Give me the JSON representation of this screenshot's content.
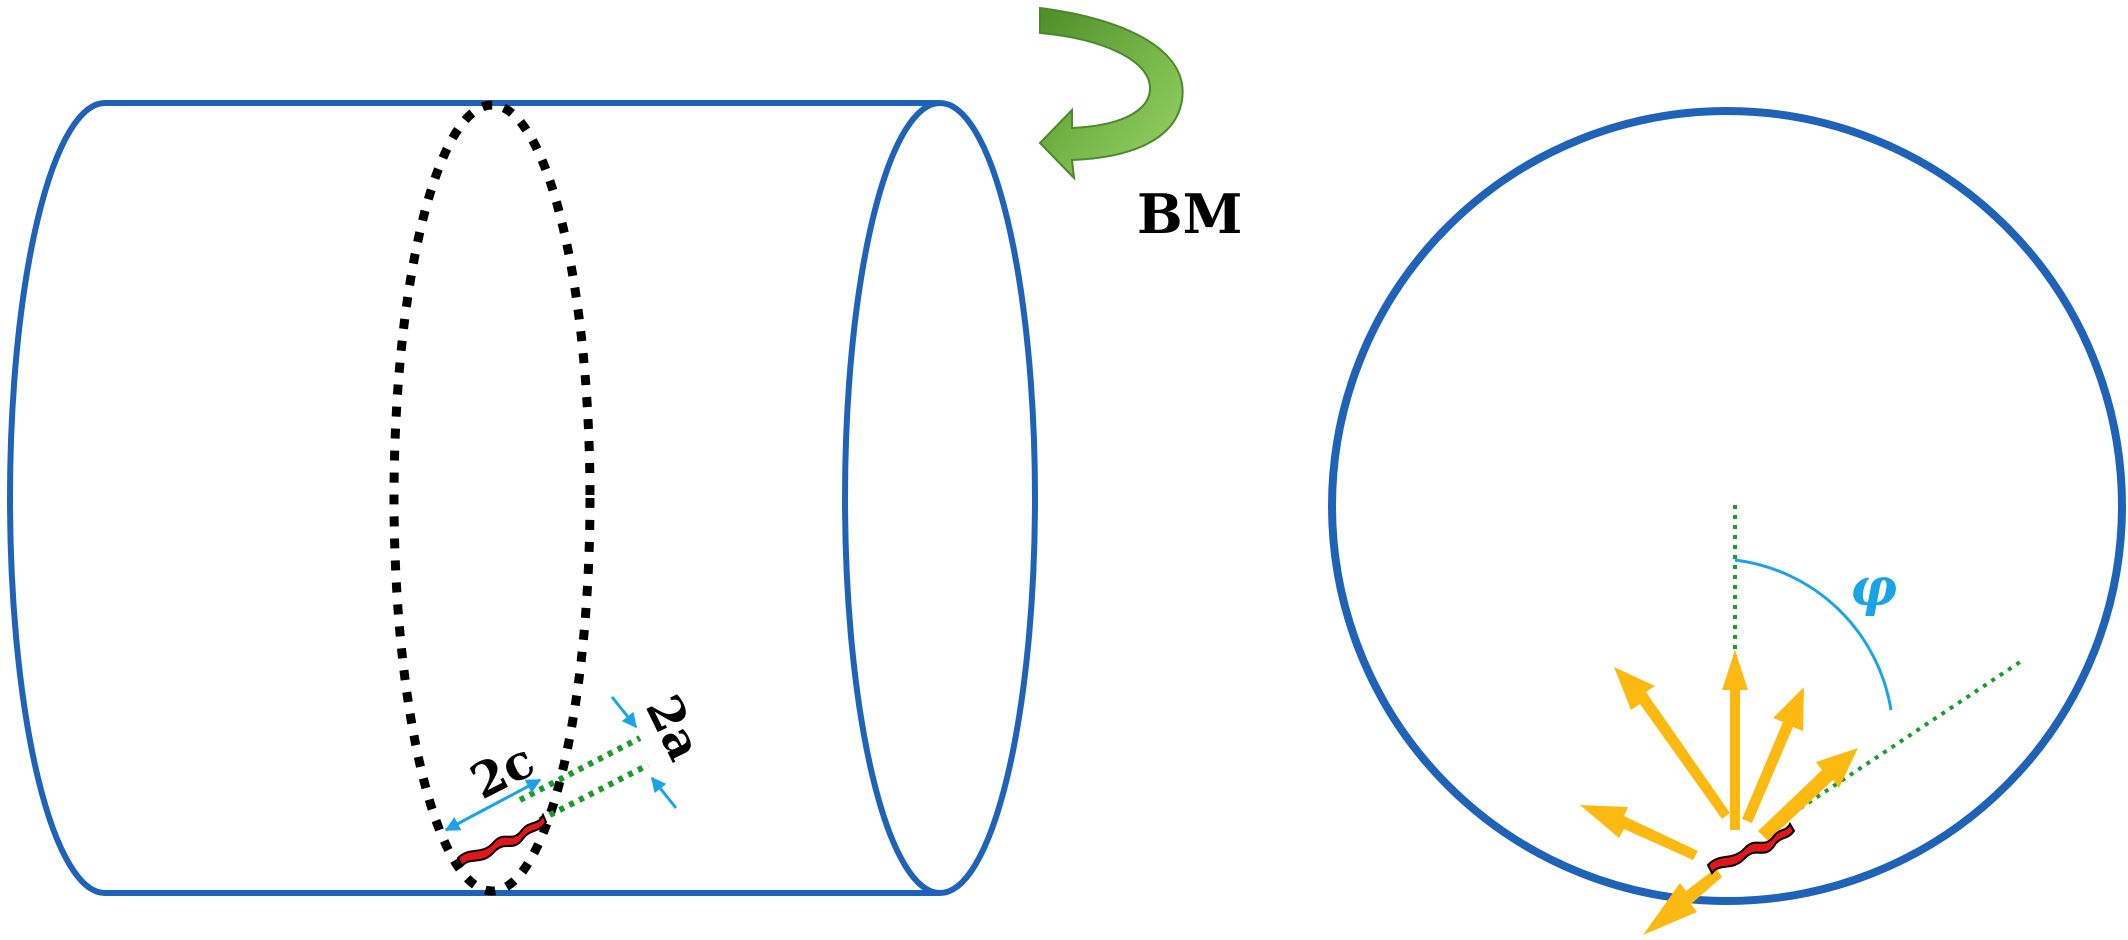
{
  "labels": {
    "bending_moment": "BM",
    "crack_length": "2c",
    "crack_depth": "2a",
    "angle": "φ"
  },
  "colors": {
    "outline": "#1f63b8",
    "dotted_section": "#000000",
    "crack": "#e0161b",
    "crack_plane": "#1a9b2a",
    "dimension": "#1aa3e6",
    "moment_arrow": "#6aab3c",
    "stress_arrows": "#fbb912",
    "angle_arc": "#1aa3e6"
  },
  "icons": {
    "moment": "curved-arrow-icon",
    "dimension": "double-arrow-icon",
    "stress": "arrow-icon"
  }
}
